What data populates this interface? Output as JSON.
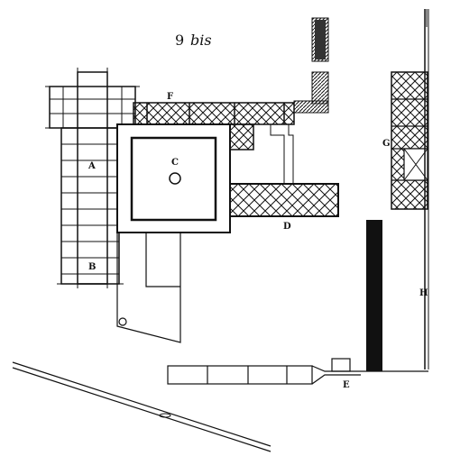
{
  "figure": {
    "title_number": "9",
    "title_suffix": "bis"
  },
  "labels": {
    "A": "A",
    "B": "B",
    "C": "C",
    "D": "D",
    "E": "E",
    "F": "F",
    "G": "G",
    "H": "H"
  },
  "colors": {
    "ink": "#111111",
    "paper": "#ffffff"
  }
}
